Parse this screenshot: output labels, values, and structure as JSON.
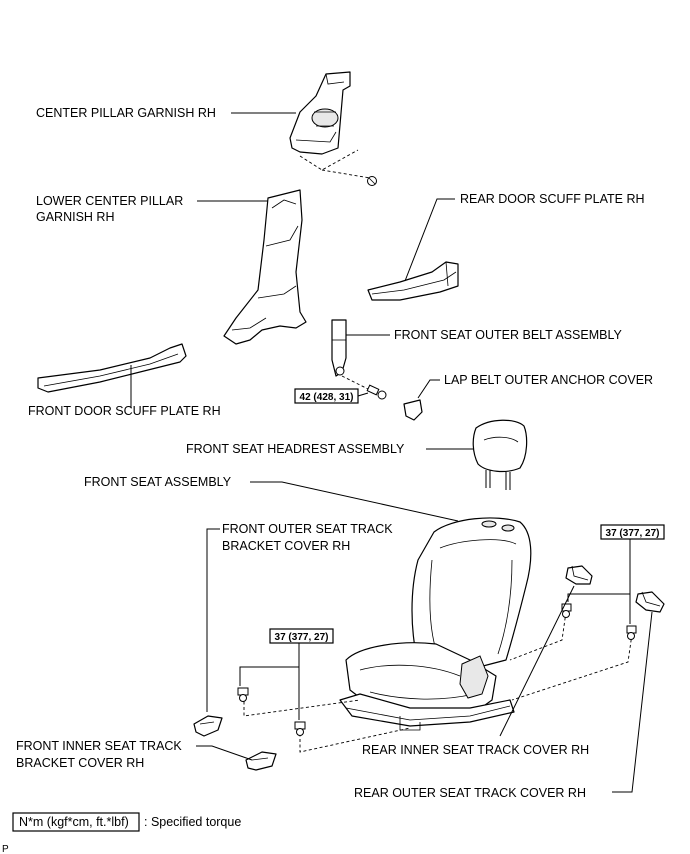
{
  "labels": {
    "center_pillar_garnish": "CENTER PILLAR GARNISH RH",
    "lower_center_pillar_line1": "LOWER CENTER PILLAR",
    "lower_center_pillar_line2": "GARNISH RH",
    "rear_door_scuff": "REAR DOOR SCUFF PLATE RH",
    "front_seat_outer_belt": "FRONT SEAT OUTER BELT ASSEMBLY",
    "lap_belt_cover": "LAP BELT OUTER ANCHOR COVER",
    "front_door_scuff": "FRONT DOOR SCUFF PLATE RH",
    "headrest": "FRONT SEAT HEADREST ASSEMBLY",
    "front_seat": "FRONT SEAT ASSEMBLY",
    "front_outer_track_line1": "FRONT OUTER SEAT TRACK",
    "front_outer_track_line2": "BRACKET COVER RH",
    "front_inner_track_line1": "FRONT INNER SEAT TRACK",
    "front_inner_track_line2": "BRACKET COVER RH",
    "rear_inner_track": "REAR INNER SEAT TRACK COVER RH",
    "rear_outer_track": "REAR OUTER SEAT TRACK COVER RH"
  },
  "torques": {
    "belt_anchor": "42 (428, 31)",
    "seat_front": "37 (377, 27)",
    "seat_rear": "37 (377, 27)"
  },
  "legend": {
    "box": "N*m (kgf*cm, ft.*lbf)",
    "desc": ": Specified torque"
  },
  "footer_code": "P"
}
